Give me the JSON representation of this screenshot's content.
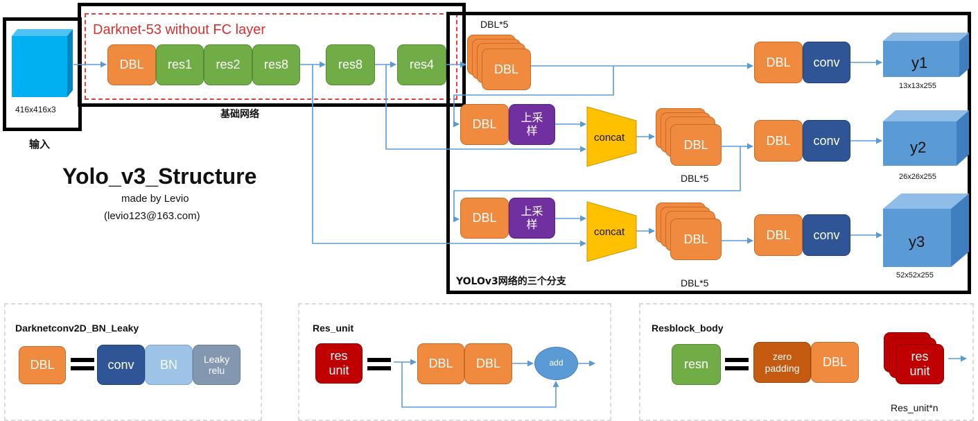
{
  "backbone": {
    "frame_label": "Darknet-53 without FC layer",
    "caption": "基础网络",
    "blocks": [
      "DBL",
      "res1",
      "res2",
      "res8",
      "res8",
      "res4"
    ]
  },
  "input": {
    "size": "416x416x3",
    "caption": "输入"
  },
  "title": {
    "main": "Yolo_v3_Structure",
    "author": "made by Levio",
    "email": "(levio123@163.com)"
  },
  "branches": {
    "caption": "YOLOv3网络的三个分支",
    "top": {
      "stack_label": "DBL*5",
      "stack_block": "DBL",
      "dbl": "DBL",
      "conv": "conv",
      "output": "y1",
      "output_size": "13x13x255"
    },
    "mid": {
      "dbl": "DBL",
      "upsample": "上采样",
      "concat": "concat",
      "stack_block": "DBL",
      "stack_label": "DBL*5",
      "dbl2": "DBL",
      "conv": "conv",
      "output": "y2",
      "output_size": "26x26x255"
    },
    "bot": {
      "dbl": "DBL",
      "upsample": "上采样",
      "concat": "concat",
      "stack_block": "DBL",
      "stack_label": "DBL*5",
      "dbl2": "DBL",
      "conv": "conv",
      "output": "y3",
      "output_size": "52x52x255"
    }
  },
  "legend": {
    "dbl": {
      "title": "Darknetconv2D_BN_Leaky",
      "lhs": "DBL",
      "parts": [
        "conv",
        "BN",
        "Leaky relu"
      ]
    },
    "res_unit": {
      "title": "Res_unit",
      "lhs": "res unit",
      "parts": [
        "DBL",
        "DBL"
      ],
      "add": "add"
    },
    "resblock": {
      "title": "Resblock_body",
      "lhs": "resn",
      "parts": [
        "zero padding",
        "DBL"
      ],
      "stack_block": "res unit",
      "caption": "Res_unit*n"
    }
  },
  "colors": {
    "dbl": "#f08a3e",
    "res": "#70ad47",
    "conv": "#2f5597",
    "upsample": "#7030a0",
    "concat": "#ffc000",
    "output": "#5b9bd5",
    "input": "#00b0f0",
    "bn": "#9dc3e6",
    "leaky": "#8497b0",
    "res_unit": "#c00000",
    "zero_padding": "#c55a11",
    "arrow": "#5b9bd5",
    "frame_red": "#e04040"
  }
}
